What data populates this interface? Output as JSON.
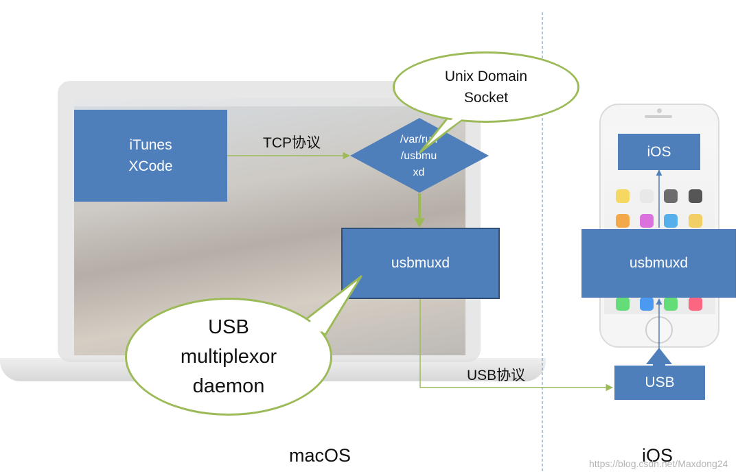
{
  "nodes": {
    "itunes_xcode": {
      "lines": [
        "iTunes",
        "XCode"
      ]
    },
    "var_run_usbmuxd": {
      "lines": [
        "/var/run",
        "/usbmu",
        "xd"
      ]
    },
    "usbmuxd_mac": {
      "label": "usbmuxd"
    },
    "ios_app": {
      "label": "iOS"
    },
    "usbmuxd_ios": {
      "label": "usbmuxd"
    },
    "usb_port": {
      "label": "USB"
    }
  },
  "callouts": {
    "unix_domain_socket": {
      "lines": [
        "Unix Domain",
        "Socket"
      ]
    },
    "usb_multiplexor_daemon": {
      "lines": [
        "USB",
        "multiplexor",
        "daemon"
      ]
    }
  },
  "edge_labels": {
    "tcp": "TCP协议",
    "usb": "USB协议"
  },
  "section_labels": {
    "left": "macOS",
    "right": "iOS"
  },
  "watermark": "https://blog.csdn.net/Maxdong24",
  "colors": {
    "node_fill": "#4e7fbb",
    "connector": "#9cbb58",
    "divider": "#5b8fc7"
  }
}
